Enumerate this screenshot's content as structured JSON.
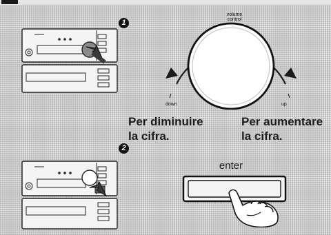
{
  "header": {
    "partial_title": ""
  },
  "steps": [
    {
      "number": "1"
    },
    {
      "number": "2"
    }
  ],
  "volume_dial": {
    "control_label": "volume control",
    "label_line1": "volume",
    "label_line2": "control",
    "down_label": "down",
    "up_label": "up"
  },
  "captions": {
    "decrease_line1": "Per diminuire",
    "decrease_line2": "la cifra.",
    "increase_line1": "Per aumentare",
    "increase_line2": "la cifra."
  },
  "enter_button": {
    "label": "enter"
  },
  "icons": {
    "stereo_1": "stereo-unit-icon",
    "stereo_2": "stereo-unit-icon",
    "dial": "volume-dial-icon",
    "hand": "pointing-hand-icon"
  }
}
